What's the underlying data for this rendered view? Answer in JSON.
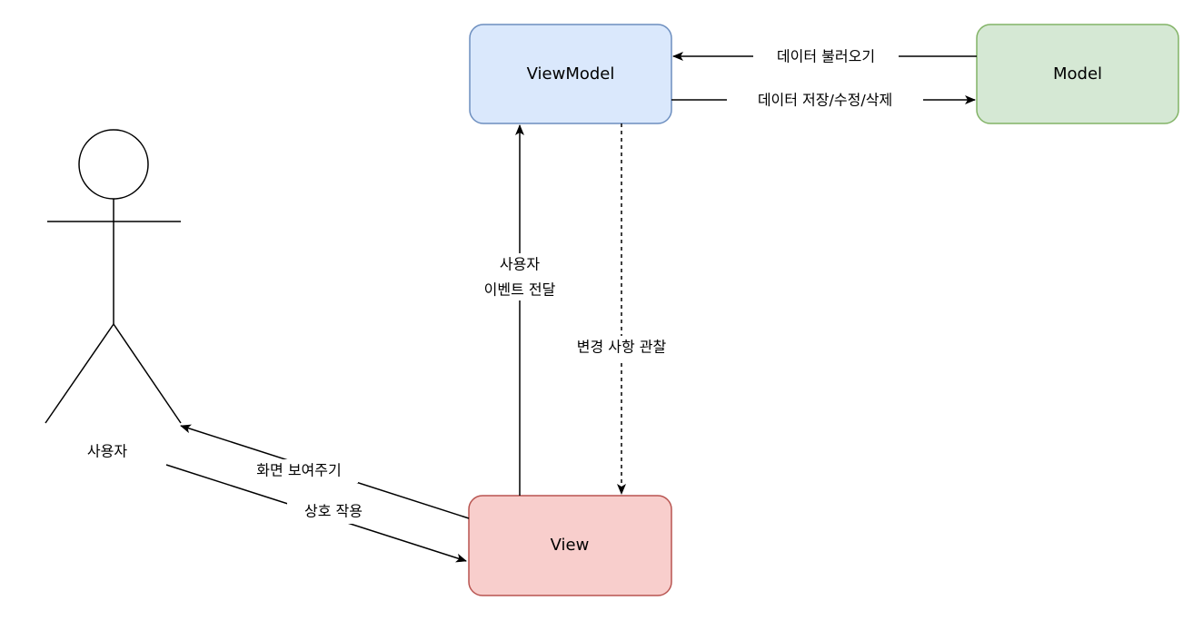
{
  "nodes": {
    "viewmodel": {
      "label": "ViewModel",
      "fill": "#dae8fc",
      "stroke": "#6c8ebf"
    },
    "model": {
      "label": "Model",
      "fill": "#d5e8d4",
      "stroke": "#82b366"
    },
    "view": {
      "label": "View",
      "fill": "#f8cecc",
      "stroke": "#b85450"
    },
    "user": {
      "label": "사용자"
    }
  },
  "edges": {
    "load_data": {
      "label": "데이터 불러오기"
    },
    "save_data": {
      "label": "데이터 저장/수정/삭제"
    },
    "user_event": {
      "label_line1": "사용자",
      "label_line2": "이벤트 전달"
    },
    "observe_changes": {
      "label": "변경 사항 관찰"
    },
    "show_screen": {
      "label": "화면 보여주기"
    },
    "interaction": {
      "label": "상호 작용"
    }
  }
}
